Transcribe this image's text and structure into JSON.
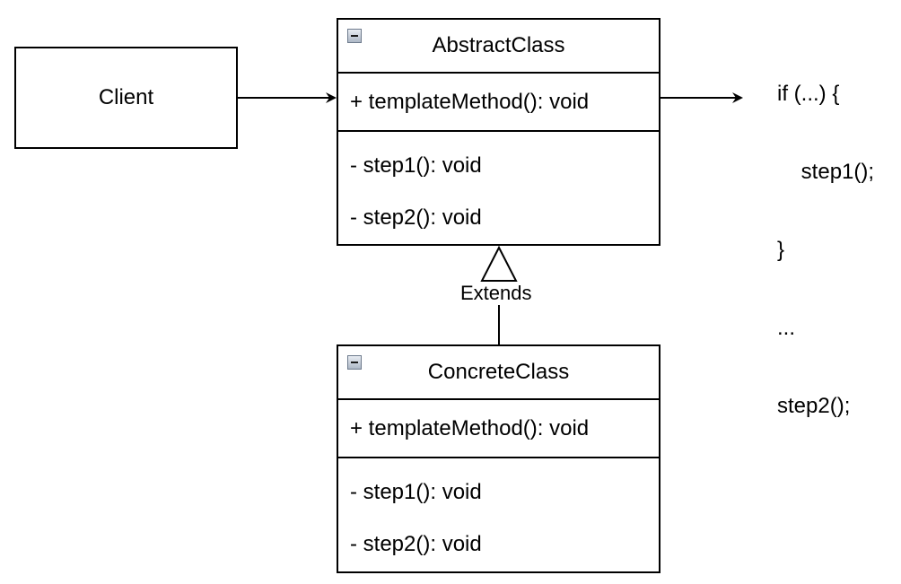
{
  "client": {
    "label": "Client"
  },
  "abstract_class": {
    "name": "AbstractClass",
    "public_ops": [
      "+ templateMethod(): void"
    ],
    "private_ops": [
      "- step1(): void",
      "- step2(): void"
    ]
  },
  "concrete_class": {
    "name": "ConcreteClass",
    "public_ops": [
      "+ templateMethod(): void"
    ],
    "private_ops": [
      "- step1(): void",
      "- step2(): void"
    ]
  },
  "relation": {
    "label": "Extends"
  },
  "note": {
    "lines": [
      "if (...) {",
      "    step1();",
      "}",
      "...",
      "step2();"
    ]
  }
}
